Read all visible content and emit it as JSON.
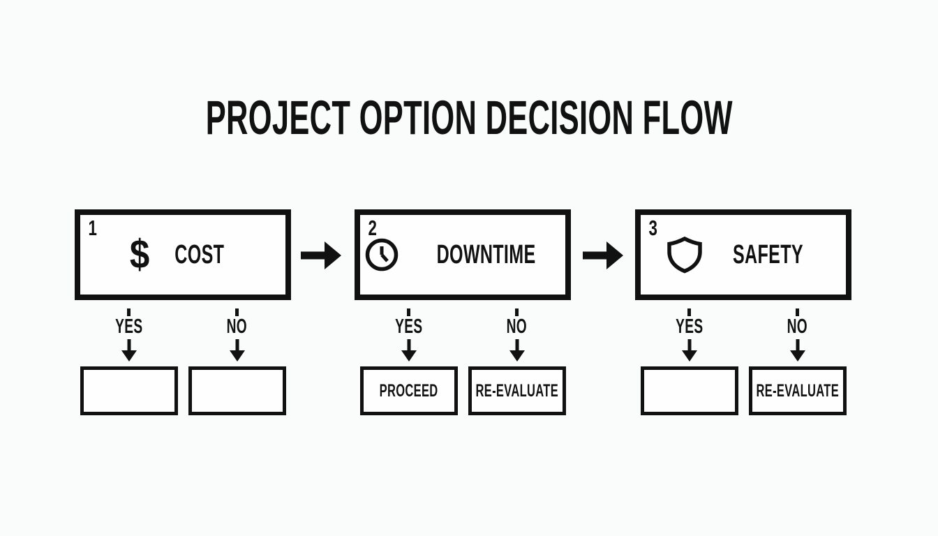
{
  "title": "PROJECT OPTION DECISION FLOW",
  "colors": {
    "ink": "#111111",
    "background": "#fafbfb",
    "box_fill": "#fefefe"
  },
  "connector_icon": "arrow-right-icon",
  "stages": [
    {
      "number": "1",
      "icon": "dollar-icon",
      "icon_glyph": "$",
      "label": "COST",
      "branches": [
        {
          "label": "YES",
          "outcome": ""
        },
        {
          "label": "NO",
          "outcome": ""
        }
      ]
    },
    {
      "number": "2",
      "icon": "clock-icon",
      "label": "DOWNTIME",
      "branches": [
        {
          "label": "YES",
          "outcome": "PROCEED"
        },
        {
          "label": "NO",
          "outcome": "RE-EVALUATE"
        }
      ]
    },
    {
      "number": "3",
      "icon": "shield-icon",
      "label": "SAFETY",
      "branches": [
        {
          "label": "YES",
          "outcome": ""
        },
        {
          "label": "NO",
          "outcome": "RE-EVALUATE"
        }
      ]
    }
  ]
}
